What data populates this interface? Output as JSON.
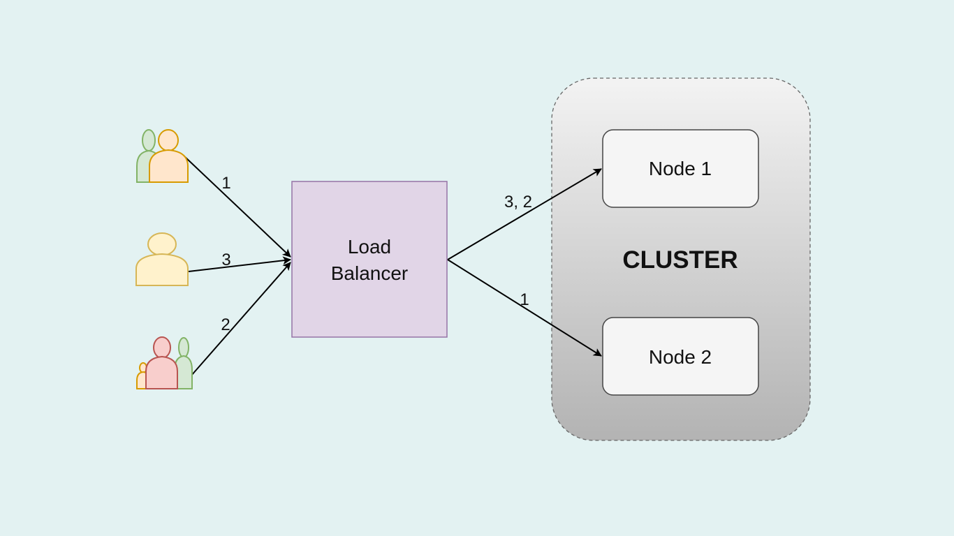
{
  "colors": {
    "background": "#e3f2f2",
    "load_balancer_fill": "#e1d5e7",
    "load_balancer_stroke": "#9673a6",
    "node_fill": "#f5f5f5",
    "node_stroke": "#444444",
    "cluster_gradient_top": "#f3f3f3",
    "cluster_gradient_bottom": "#b3b3b3",
    "cluster_stroke": "#666666",
    "user_green_fill": "#d5e8d4",
    "user_green_stroke": "#82b366",
    "user_orange_fill": "#ffe6cc",
    "user_orange_stroke": "#d79b00",
    "user_yellow_fill": "#fff2cc",
    "user_yellow_stroke": "#d6b656",
    "user_red_fill": "#f8cecc",
    "user_red_stroke": "#b85450",
    "arrow": "#000000"
  },
  "users": [
    {
      "name": "user-group-top-icon",
      "edge_label": "1"
    },
    {
      "name": "user-middle-icon",
      "edge_label": "3"
    },
    {
      "name": "user-group-bottom-icon",
      "edge_label": "2"
    }
  ],
  "load_balancer": {
    "line1": "Load",
    "line2": "Balancer"
  },
  "cluster": {
    "title": "CLUSTER",
    "nodes": [
      {
        "label": "Node 1",
        "edge_label": "3, 2"
      },
      {
        "label": "Node 2",
        "edge_label": "1"
      }
    ]
  }
}
